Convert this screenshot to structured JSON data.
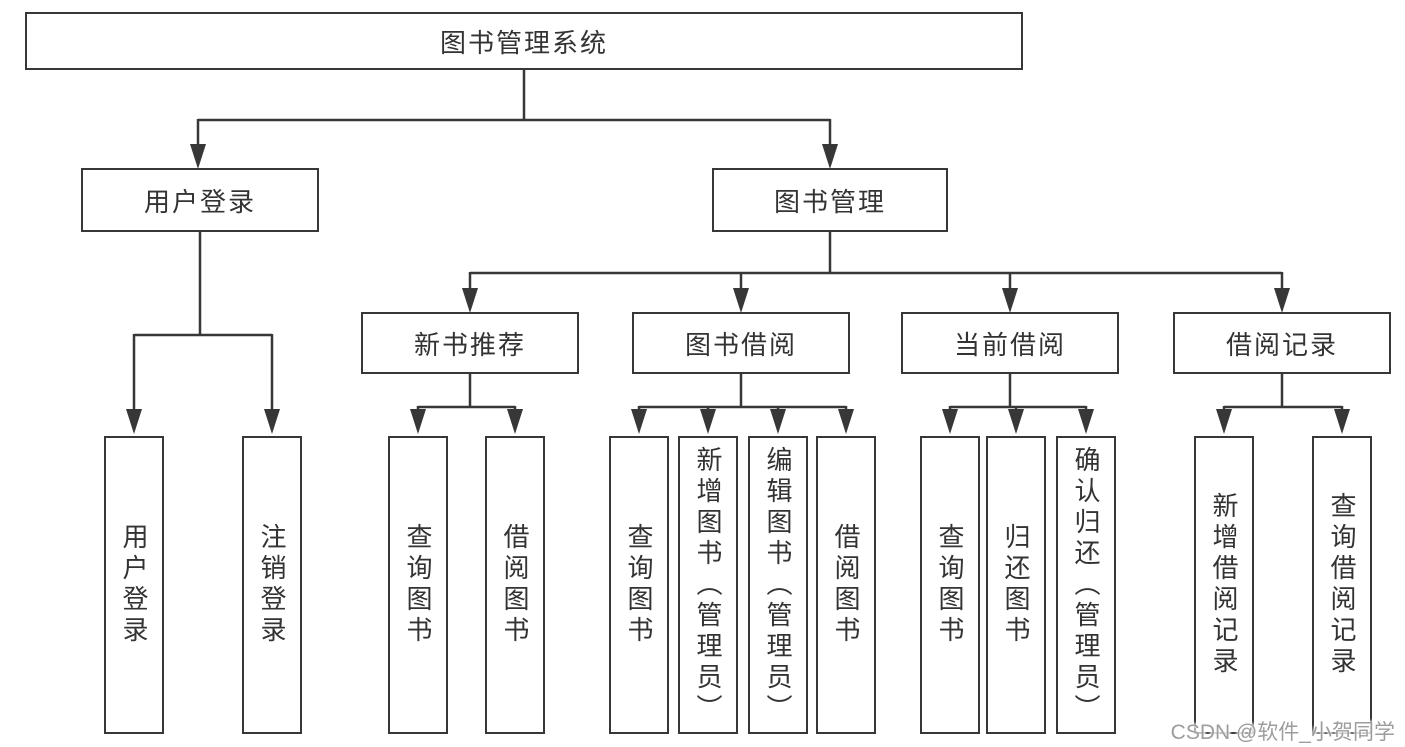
{
  "diagram": {
    "title": "图书管理系统",
    "level2": {
      "user_login": "用户登录",
      "book_mgmt": "图书管理"
    },
    "level3": {
      "new_books": "新书推荐",
      "book_borrow": "图书借阅",
      "current_borrow": "当前借阅",
      "borrow_records": "借阅记录"
    },
    "leaves": {
      "user_login": [
        "用户登录",
        "注销登录"
      ],
      "new_books": [
        "查询图书",
        "借阅图书"
      ],
      "book_borrow": [
        "查询图书",
        "新增图书（管理员）",
        "编辑图书（管理员）",
        "借阅图书"
      ],
      "current_borrow": [
        "查询图书",
        "归还图书",
        "确认归还（管理员）"
      ],
      "borrow_records": [
        "新增借阅记录",
        "查询借阅记录"
      ]
    },
    "colors": {
      "line": "#373737",
      "text": "#333333",
      "watermark_text": "#9d9d9d",
      "background": "#ffffff"
    }
  },
  "watermark": "CSDN @软件_小贺同学"
}
